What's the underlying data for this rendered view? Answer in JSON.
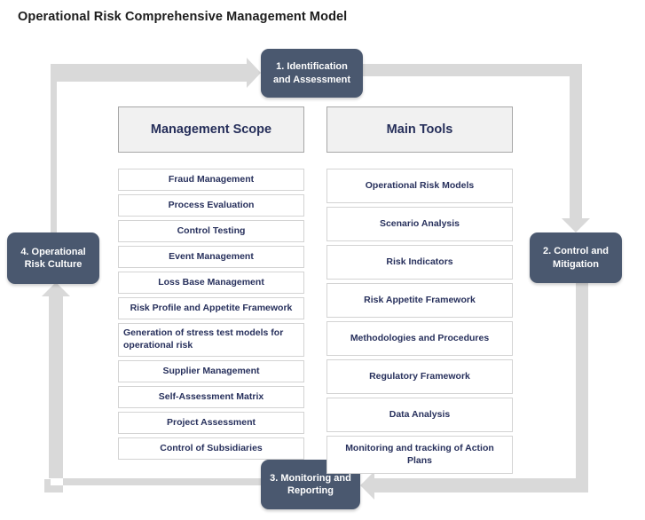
{
  "page": {
    "title": "Operational Risk Comprehensive Management Model",
    "accent_color": "#4a586f",
    "text_color": "#27305c",
    "header_bg": "#f1f1f1",
    "arrow_color": "#d9d9d9"
  },
  "cycle": {
    "nodes": [
      {
        "id": "node-1",
        "label": "1. Identification and Assessment"
      },
      {
        "id": "node-2",
        "label": "2. Control and Mitigation"
      },
      {
        "id": "node-3",
        "label": "3. Monitoring and Reporting"
      },
      {
        "id": "node-4",
        "label": "4. Operational Risk Culture"
      }
    ],
    "arrows": [
      {
        "from": "node-4",
        "to": "node-1",
        "direction": "right"
      },
      {
        "from": "node-1",
        "to": "node-2",
        "direction": "down"
      },
      {
        "from": "node-2",
        "to": "node-3",
        "direction": "left"
      },
      {
        "from": "node-3",
        "to": "node-4",
        "direction": "up"
      }
    ]
  },
  "columns": [
    {
      "key": "management_scope",
      "header": "Management Scope",
      "items": [
        "Fraud Management",
        "Process Evaluation",
        "Control Testing",
        "Event Management",
        "Loss Base Management",
        "Risk Profile and Appetite Framework",
        "Generation of stress test models for operational risk",
        "Supplier Management",
        "Self-Assessment Matrix",
        "Project Assessment",
        "Control of Subsidiaries"
      ]
    },
    {
      "key": "main_tools",
      "header": "Main Tools",
      "items": [
        "Operational Risk Models",
        "Scenario Analysis",
        "Risk Indicators",
        "Risk Appetite Framework",
        "Methodologies and Procedures",
        "Regulatory Framework",
        "Data Analysis",
        "Monitoring and tracking of Action Plans"
      ]
    }
  ]
}
